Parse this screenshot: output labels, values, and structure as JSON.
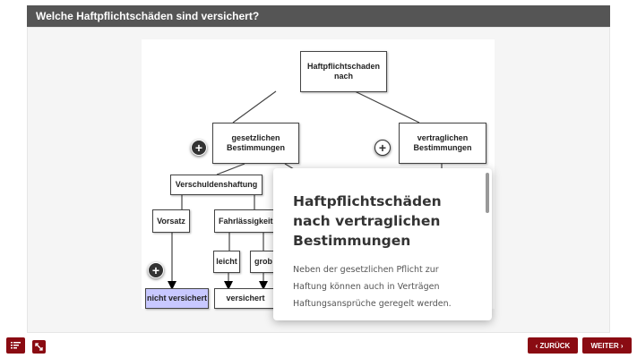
{
  "header": {
    "title": "Welche Haftpflichtschäden sind versichert?"
  },
  "diagram": {
    "root": "Haftpflichtschaden nach",
    "legal": "gesetzlichen Bestimmungen",
    "contractual": "vertraglichen Bestimmungen",
    "fault": "Verschuldenshaftung",
    "intent": "Vorsatz",
    "negligence": "Fahrlässigkeit",
    "light": "leicht",
    "gross": "grob",
    "not_insured": "nicht versichert",
    "insured": "versichert",
    "plus": "+"
  },
  "popup": {
    "title": "Haftpflichtschäden nach vertraglichen Bestimmungen",
    "text": "Neben der gesetzlichen Pflicht zur Haftung können auch in Verträgen Haftungsansprüche geregelt werden."
  },
  "footer": {
    "back": "‹ ZURÜCK",
    "next": "WEITER ›"
  },
  "colors": {
    "accent": "#8a0b12",
    "header": "#555555",
    "highlight": "#c8c8ff"
  }
}
